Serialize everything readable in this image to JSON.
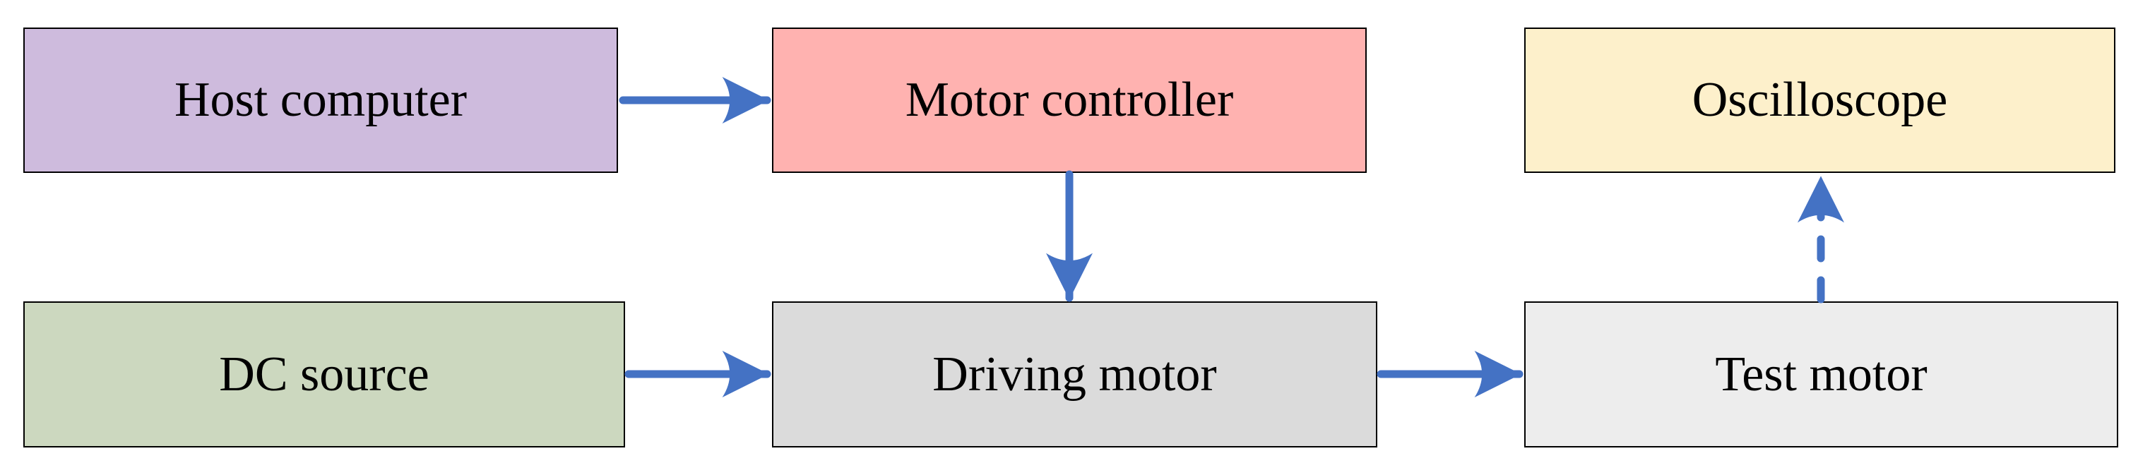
{
  "diagram": {
    "type": "block-diagram",
    "nodes": [
      {
        "id": "host-computer",
        "label": "Host computer",
        "fill": "#CEBBDD"
      },
      {
        "id": "motor-controller",
        "label": "Motor controller",
        "fill": "#FFB2B0"
      },
      {
        "id": "oscilloscope",
        "label": "Oscilloscope",
        "fill": "#FDF0CB"
      },
      {
        "id": "dc-source",
        "label": "DC source",
        "fill": "#CCD8BF"
      },
      {
        "id": "driving-motor",
        "label": "Driving motor",
        "fill": "#DBDBDB"
      },
      {
        "id": "test-motor",
        "label": "Test motor",
        "fill": "#EDEDED"
      }
    ],
    "edges": [
      {
        "from": "host-computer",
        "to": "motor-controller",
        "style": "solid",
        "direction": "right"
      },
      {
        "from": "motor-controller",
        "to": "driving-motor",
        "style": "solid",
        "direction": "down"
      },
      {
        "from": "dc-source",
        "to": "driving-motor",
        "style": "solid",
        "direction": "right"
      },
      {
        "from": "driving-motor",
        "to": "test-motor",
        "style": "solid",
        "direction": "right"
      },
      {
        "from": "test-motor",
        "to": "oscilloscope",
        "style": "dashed",
        "direction": "up"
      }
    ],
    "colors": {
      "arrow": "#4472C4",
      "border": "#000000",
      "text": "#000000",
      "background": "#FFFFFF"
    }
  }
}
